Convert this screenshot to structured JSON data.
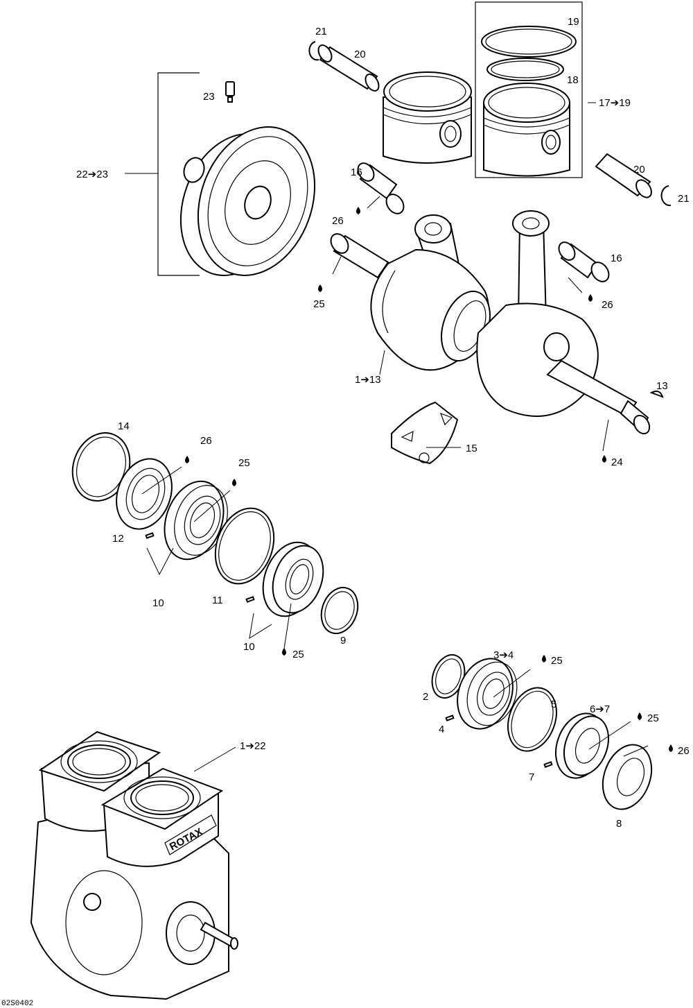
{
  "diagram": {
    "drawing_code": "02S0402",
    "callouts": {
      "c19": "19",
      "c21a": "21",
      "c20a": "20",
      "c18": "18",
      "c17_19": "17➔19",
      "c23": "23",
      "c22_23": "22➔23",
      "c16a": "16",
      "c26a": "26",
      "c20b": "20",
      "c21b": "21",
      "c16b": "16",
      "c25a": "25",
      "c26b": "26",
      "c1_13": "1➔13",
      "c13": "13",
      "c15": "15",
      "c24": "24",
      "c14": "14",
      "c26c": "26",
      "c25b": "25",
      "c12": "12",
      "c10a": "10",
      "c11": "11",
      "c10b": "10",
      "c25c": "25",
      "c9": "9",
      "c3_4": "3➔4",
      "c25d": "25",
      "c2": "2",
      "c5": "5",
      "c4": "4",
      "c6_7": "6➔7",
      "c25e": "25",
      "c26d": "26",
      "c7": "7",
      "c8": "8",
      "c1_22": "1➔22"
    },
    "engine_brand": "ROTAX"
  }
}
